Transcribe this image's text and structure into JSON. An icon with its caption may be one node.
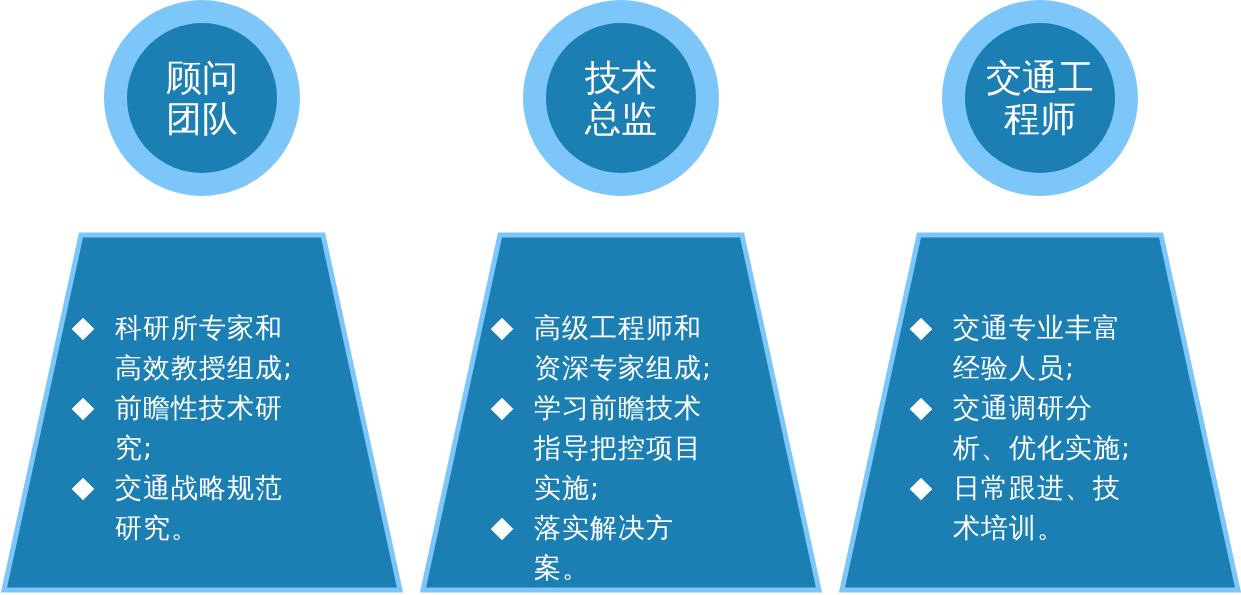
{
  "diagram": {
    "nodes": [
      {
        "text": [
          "顾问团队"
        ]
      },
      {
        "text": [
          "科研所专家和高效教授组成;",
          "前瞻性技术研究;",
          "交通战略规范研究。"
        ]
      },
      {
        "text": [
          "技术总监"
        ]
      },
      {
        "text": [
          "高级工程师和资深专家组成;",
          "学习前瞻技术指导把控项目实施;",
          "落实解决方案。"
        ]
      },
      {
        "text": [
          "交通工程师"
        ]
      },
      {
        "text": [
          "交通专业丰富经验人员;",
          "交通调研分析、优化实施;",
          "日常跟进、技术培训。"
        ]
      }
    ]
  }
}
